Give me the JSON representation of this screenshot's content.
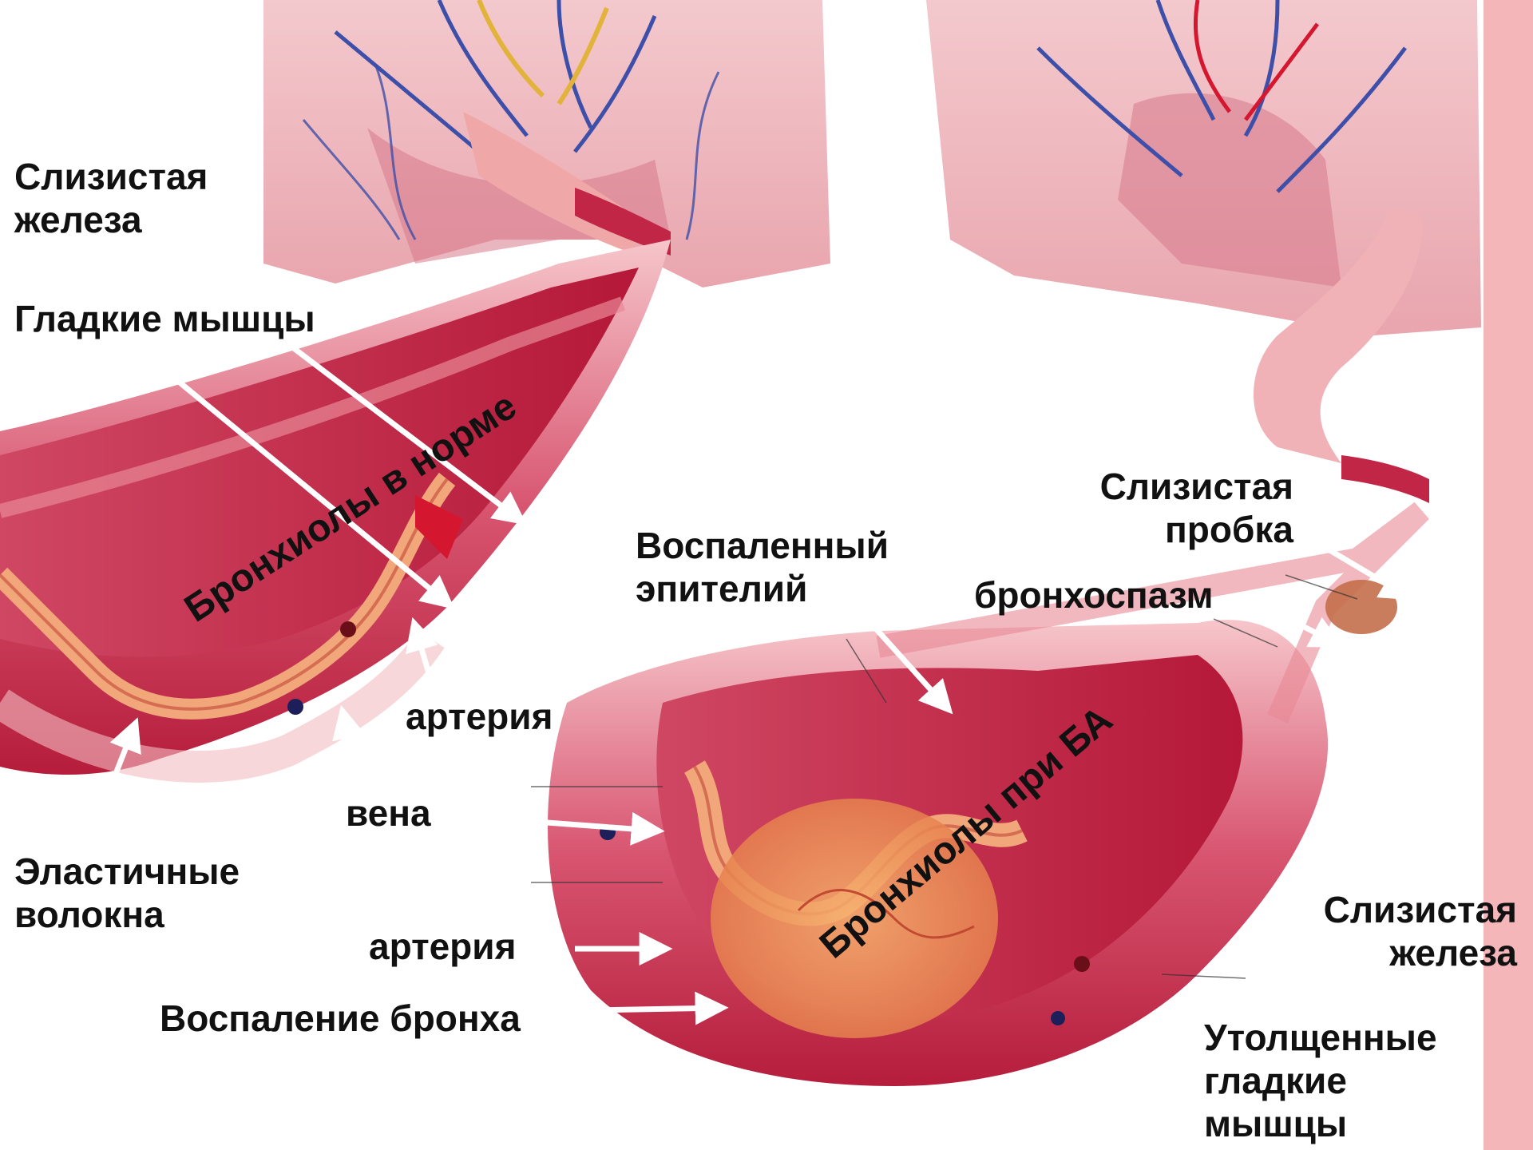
{
  "colors": {
    "tissue_light": "#f4c3c8",
    "tissue_mid": "#e58a98",
    "tissue_dark": "#c8304c",
    "muscle_red": "#b8102e",
    "vein_blue": "#3d4fa8",
    "artery_red": "#d4172f",
    "nerve_yellow": "#e2b33a",
    "epithelium_orange": "#f2a77a",
    "inflammation_orange": "#f4a25a",
    "arrow_white": "#ffffff",
    "side_strip": "#f5b6b9"
  },
  "labels": {
    "mucous_gland_left": [
      "Слизистая",
      "железа"
    ],
    "smooth_muscle": "Гладкие мышцы",
    "normal_bronchioles": "Бронхиолы в норме",
    "artery_upper": "артерия",
    "vein": "вена",
    "elastic_fibers": [
      "Эластичные",
      "волокна"
    ],
    "artery_lower": "артерия",
    "bronchus_inflammation": "Воспаление бронха",
    "inflamed_epithelium": [
      "Воспаленный",
      "эпителий"
    ],
    "mucus_plug": [
      "Слизистая",
      "пробка"
    ],
    "bronchospasm": "бронхоспазм",
    "asthma_bronchioles": "Бронхиолы при БА",
    "mucous_gland_right": [
      "Слизистая",
      "железа"
    ],
    "thickened_muscle": [
      "Утолщенные",
      "гладкие",
      "мышцы"
    ]
  }
}
